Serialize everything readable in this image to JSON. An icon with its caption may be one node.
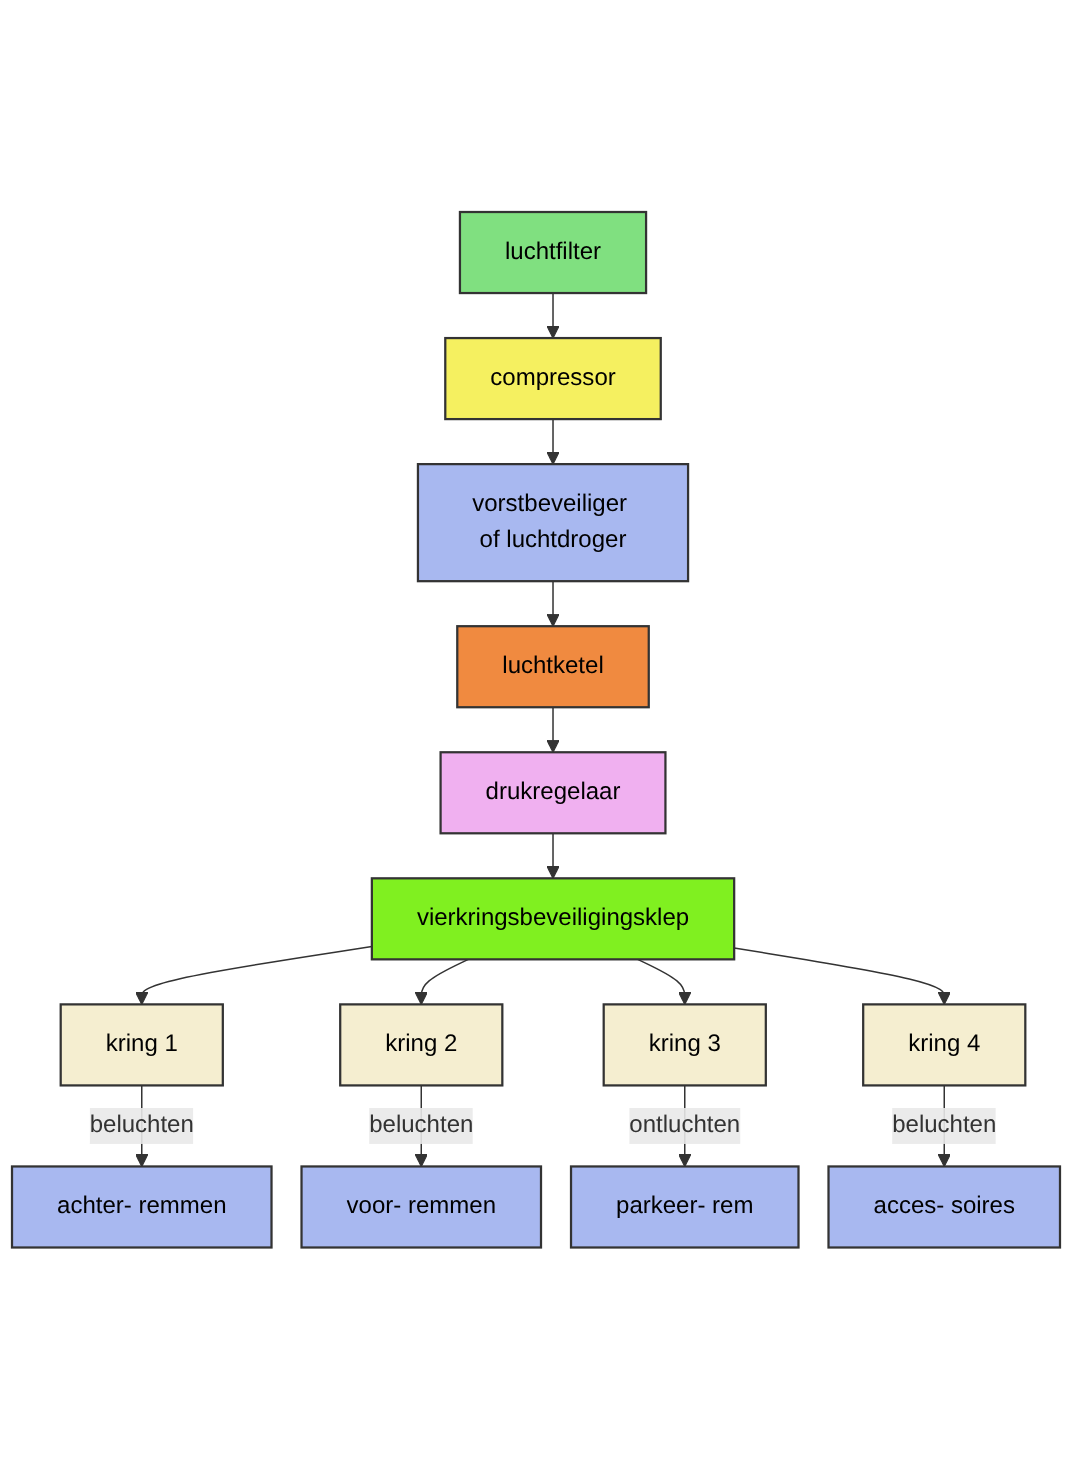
{
  "diagram": {
    "nodes": [
      {
        "text": [
          "luchtfilter"
        ]
      },
      {
        "text": [
          "compressor"
        ]
      },
      {
        "text": [
          "vorstbeveiliger of luchtdroger"
        ]
      },
      {
        "text": [
          "luchtketel"
        ]
      },
      {
        "text": [
          "drukregelaar"
        ]
      },
      {
        "text": [
          "vierkringsbeveiligingsklep"
        ]
      },
      {
        "text": [
          "kring 1"
        ]
      },
      {
        "text": [
          "kring 2"
        ]
      },
      {
        "text": [
          "kring 3"
        ]
      },
      {
        "text": [
          "kring 4"
        ]
      },
      {
        "text": [
          "achter- remmen"
        ]
      },
      {
        "text": [
          "voor- remmen"
        ]
      },
      {
        "text": [
          "parkeer- rem"
        ]
      },
      {
        "text": [
          "acces- soires"
        ]
      }
    ],
    "edges": [
      {
        "from": 0,
        "to": 1,
        "arrow": "to"
      },
      {
        "from": 1,
        "to": 2,
        "arrow": "to"
      },
      {
        "from": 2,
        "to": 3,
        "arrow": "to"
      },
      {
        "from": 3,
        "to": 4,
        "arrow": "to"
      },
      {
        "from": 4,
        "to": 5,
        "arrow": "to"
      },
      {
        "from": 5,
        "to": 6,
        "arrow": "to"
      },
      {
        "from": 5,
        "to": 7,
        "arrow": "to"
      },
      {
        "from": 5,
        "to": 8,
        "arrow": "to"
      },
      {
        "from": 5,
        "to": 9,
        "arrow": "to"
      },
      {
        "from": 6,
        "to": 10,
        "arrow": "to",
        "label": "beluchten"
      },
      {
        "from": 7,
        "to": 11,
        "arrow": "to",
        "label": "beluchten"
      },
      {
        "from": 8,
        "to": 12,
        "arrow": "to",
        "label": "ontluchten"
      },
      {
        "from": 9,
        "to": 13,
        "arrow": "to",
        "label": "beluchten"
      }
    ]
  }
}
